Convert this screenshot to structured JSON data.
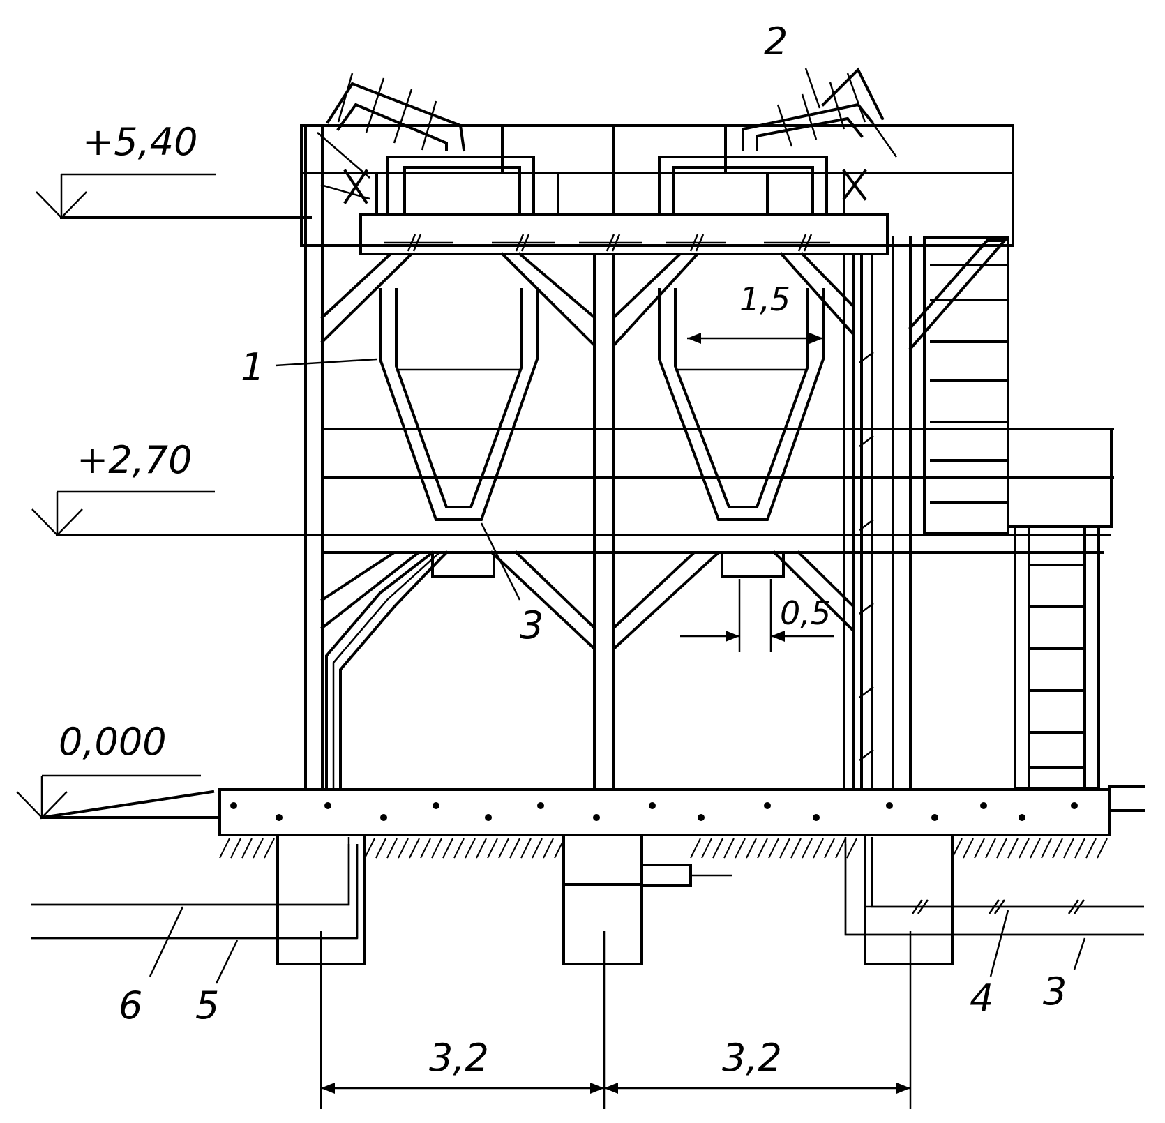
{
  "elevations": [
    "+5,40",
    "+2,70",
    "0,000"
  ],
  "callouts": [
    "1",
    "2",
    "3",
    "3",
    "4",
    "5",
    "6"
  ],
  "dimensions": [
    "1,5",
    "0,5",
    "3,2",
    "3,2"
  ]
}
